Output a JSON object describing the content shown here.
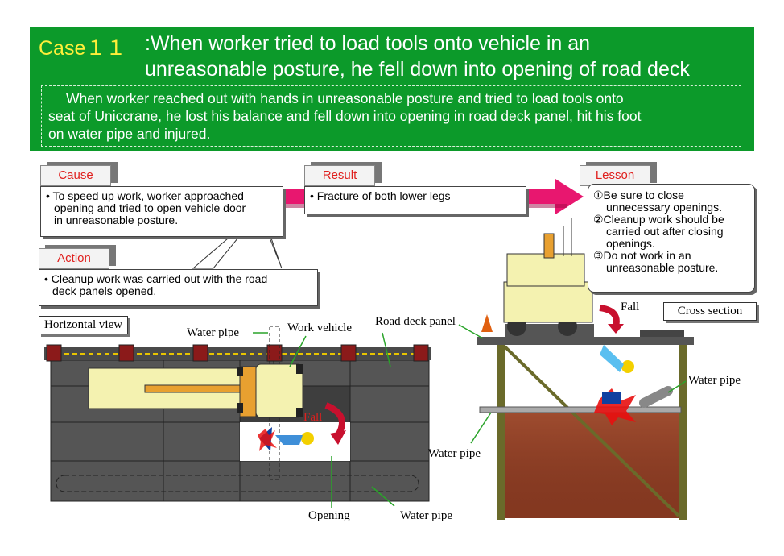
{
  "header": {
    "case_label": "Case１１",
    "title_line1": ":When worker tried to load tools onto vehicle in an",
    "title_line2": "unreasonable posture, he fell down into opening of road deck",
    "description_lines": [
      "When worker reached out with hands in unreasonable posture and tried to load tools onto",
      "seat of Uniccrane, he lost his balance and fell down into opening in road deck panel, hit his foot",
      "on water pipe and injured."
    ]
  },
  "cause": {
    "tag": "Cause",
    "lines": [
      "• To speed up work, worker approached",
      "opening and tried to open vehicle door",
      "in unreasonable posture."
    ]
  },
  "result": {
    "tag": "Result",
    "lines": [
      "• Fracture of both lower legs"
    ]
  },
  "action": {
    "tag": "Action",
    "lines": [
      "• Cleanup work was carried out with the road",
      "deck panels opened."
    ]
  },
  "lesson": {
    "tag": "Lesson",
    "lines": [
      "①Be sure to close",
      "unnecessary openings.",
      "②Cleanup work should be",
      "carried out after closing",
      "openings.",
      "③Do not work in an",
      "unreasonable posture."
    ]
  },
  "horizontal_view": {
    "title": "Horizontal view",
    "water_pipe_top": "Water pipe",
    "work_vehicle": "Work vehicle",
    "road_deck_panel": "Road deck panel",
    "fall": "Fall",
    "opening": "Opening",
    "water_pipe_bottom": "Water pipe"
  },
  "cross_section": {
    "title": "Cross section",
    "fall": "Fall",
    "water_pipe_right": "Water pipe",
    "water_pipe_left": "Water pipe"
  },
  "colors": {
    "banner": "#0c9a2a",
    "case_label": "#ffef3a",
    "tag_text": "#e0201e",
    "arrow": "#e8176f",
    "soil": "#8a3b22",
    "panel": "#4a4a4a",
    "post": "#6a6a2a"
  }
}
